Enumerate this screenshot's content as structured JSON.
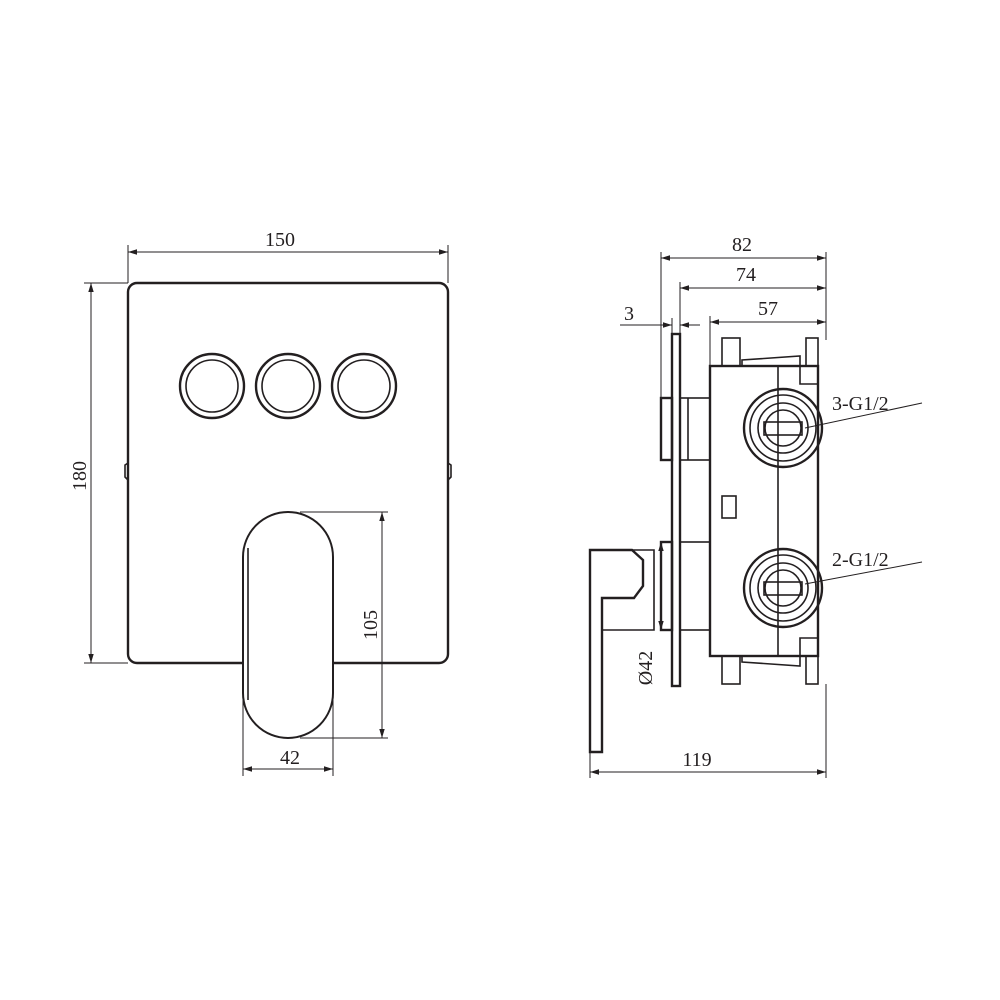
{
  "front_view": {
    "width_label": "150",
    "height_label": "180",
    "handle_height_label": "105",
    "handle_width_label": "42"
  },
  "side_view": {
    "depth_total_label": "82",
    "depth_body_label": "74",
    "depth_box_label": "57",
    "plate_thickness_label": "3",
    "overall_depth_label": "119",
    "hub_diameter_label": "Ø42",
    "outlet_top_label": "3-G1/2",
    "outlet_bottom_label": "2-G1/2"
  }
}
